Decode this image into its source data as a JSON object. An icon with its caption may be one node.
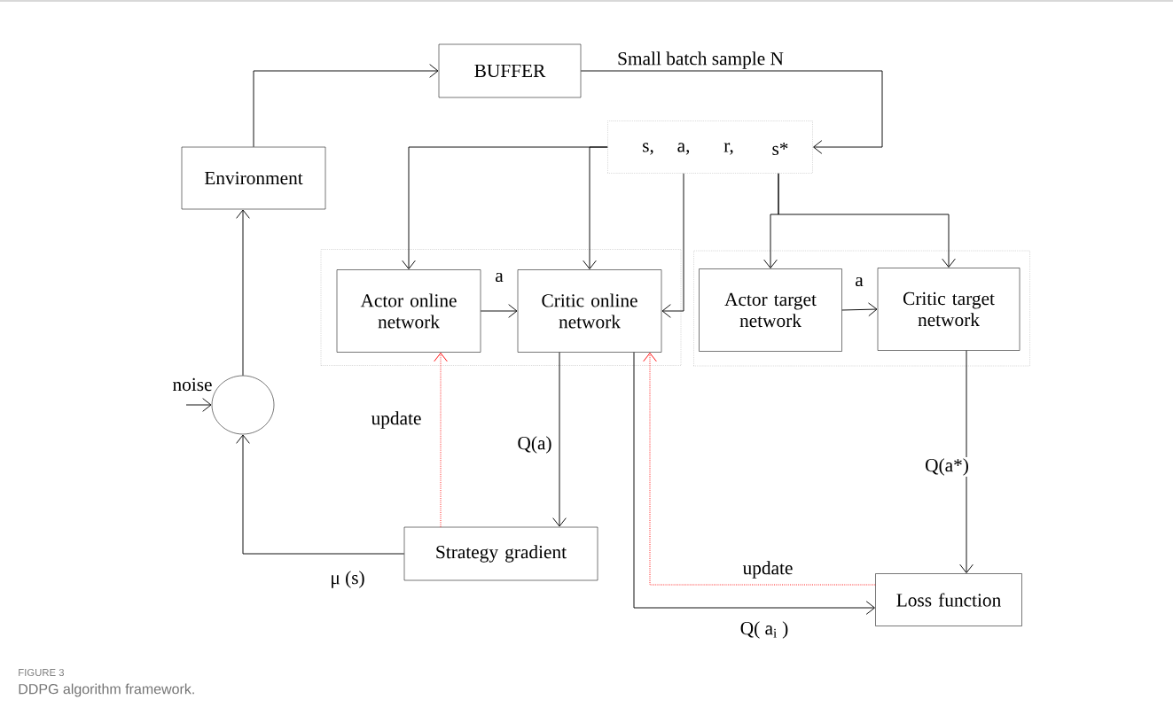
{
  "diagram": {
    "caption": "DDPG algorithm framework.",
    "nodes": [
      {
        "text": [
          "BUFFER"
        ]
      },
      {
        "text": [
          "Environment"
        ]
      },
      {
        "text": [
          "s,",
          "a,",
          "r,",
          "s*"
        ]
      },
      {
        "text": [],
        "shape": "box"
      },
      {
        "text": [
          "Actor online network"
        ],
        "in": 3
      },
      {
        "text": [
          "Critic online network"
        ],
        "in": 3
      },
      {
        "text": [],
        "shape": "box"
      },
      {
        "text": [
          "Actor target network"
        ],
        "in": 6
      },
      {
        "text": [
          "Critic target network"
        ],
        "in": 6
      },
      {
        "text": [],
        "shape": "circle"
      },
      {
        "text": [
          "Strategy gradient"
        ]
      },
      {
        "text": [
          "Loss function"
        ]
      }
    ],
    "edges": [
      {
        "from": 1,
        "to": 0,
        "arrow": "to"
      },
      {
        "from": 0,
        "to": 2,
        "arrow": "to",
        "label": "Small batch sample N"
      },
      {
        "from": 2,
        "to": 4,
        "arrow": "to"
      },
      {
        "from": 2,
        "to": 5,
        "arrow": "to"
      },
      {
        "from": 2,
        "to": 5,
        "arrow": "to"
      },
      {
        "from": 2,
        "to": 7,
        "arrow": "to"
      },
      {
        "from": 2,
        "to": 8,
        "arrow": "to"
      },
      {
        "from": 4,
        "to": 5,
        "arrow": "to",
        "label": "a"
      },
      {
        "from": 7,
        "to": 8,
        "arrow": "to",
        "label": "a"
      },
      {
        "from": 5,
        "to": 10,
        "arrow": "to",
        "label": "Q(a)"
      },
      {
        "from": 10,
        "to": 4,
        "arrow": "to",
        "label": "update",
        "style": "dashed",
        "color": "#ff0000"
      },
      {
        "from": 10,
        "to": 9,
        "arrow": "to",
        "label": "μ (s)"
      },
      {
        "from": null,
        "to": 9,
        "arrow": "to",
        "label": "noise"
      },
      {
        "from": 9,
        "to": 1,
        "arrow": "to"
      },
      {
        "from": 8,
        "to": 11,
        "arrow": "to",
        "label": "Q(a*)"
      },
      {
        "from": 5,
        "to": 11,
        "arrow": "to",
        "label": "Q( a$_{i}$ )"
      },
      {
        "from": 11,
        "to": 5,
        "arrow": "to",
        "label": "update",
        "style": "dashed",
        "color": "#ff0000"
      }
    ],
    "labels": [
      "FIGURE 3"
    ]
  }
}
